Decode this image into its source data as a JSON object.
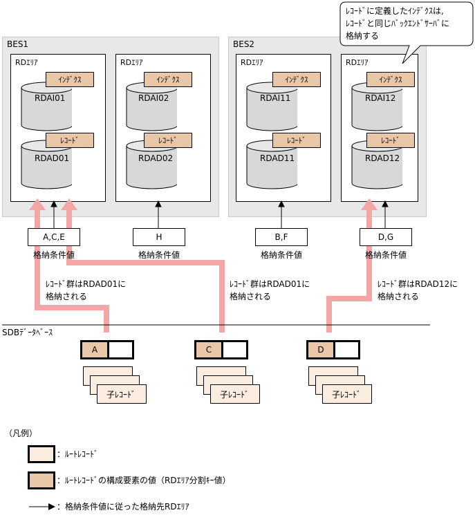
{
  "callout": {
    "lines": [
      "ﾚｺｰﾄﾞに定義したｲﾝﾃﾞｸｽは,",
      "ﾚｺｰﾄﾞと同じﾊﾞｯｸｴﾝﾄﾞｻｰﾊﾞに",
      "格納する"
    ]
  },
  "servers": [
    {
      "name": "BES1",
      "areas": [
        {
          "label": "RDｴﾘｱ",
          "index_tag": "ｲﾝﾃﾞｸｽ",
          "index_name": "RDAI01",
          "record_tag": "ﾚｺｰﾄﾞ",
          "record_name": "RDAD01"
        },
        {
          "label": "RDｴﾘｱ",
          "index_tag": "ｲﾝﾃﾞｸｽ",
          "index_name": "RDAI02",
          "record_tag": "ﾚｺｰﾄﾞ",
          "record_name": "RDAD02"
        }
      ]
    },
    {
      "name": "BES2",
      "areas": [
        {
          "label": "RDｴﾘｱ",
          "index_tag": "ｲﾝﾃﾞｸｽ",
          "index_name": "RDAI11",
          "record_tag": "ﾚｺｰﾄﾞ",
          "record_name": "RDAD11"
        },
        {
          "label": "RDｴﾘｱ",
          "index_tag": "ｲﾝﾃﾞｸｽ",
          "index_name": "RDAI12",
          "record_tag": "ﾚｺｰﾄﾞ",
          "record_name": "RDAD12"
        }
      ]
    }
  ],
  "keys": [
    {
      "value": "A,C,E",
      "caption": "格納条件値"
    },
    {
      "value": "H",
      "caption": "格納条件値"
    },
    {
      "value": "B,F",
      "caption": "格納条件値"
    },
    {
      "value": "D,G",
      "caption": "格納条件値"
    }
  ],
  "notes": [
    {
      "lines": [
        "ﾚｺｰﾄﾞ群はRDAD01に",
        "格納される"
      ]
    },
    {
      "lines": [
        "ﾚｺｰﾄﾞ群はRDAD01に",
        "格納される"
      ]
    },
    {
      "lines": [
        "ﾚｺｰﾄﾞ群はRDAD12に",
        "格納される"
      ]
    }
  ],
  "database": {
    "label": "SDBﾃﾞｰﾀﾍﾞｰｽ"
  },
  "roots": [
    {
      "key": "A",
      "child_label": "子ﾚｺｰﾄﾞ"
    },
    {
      "key": "C",
      "child_label": "子ﾚｺｰﾄﾞ"
    },
    {
      "key": "D",
      "child_label": "子ﾚｺｰﾄﾞ"
    }
  ],
  "legend": {
    "title": "（凡例）",
    "root_record": "：ﾙｰﾄﾚｺｰﾄﾞ",
    "key_value": "：ﾙｰﾄﾚｺｰﾄﾞの構成要素の値（RDｴﾘｱ分割ｷｰ値）",
    "arrow": "：格納条件値に従った格納先RDｴﾘｱ"
  },
  "colors": {
    "flow": "#f4a6a6",
    "tag": "#e8c6a8",
    "record": "#fbeee0",
    "server": "#e8e8e8"
  }
}
